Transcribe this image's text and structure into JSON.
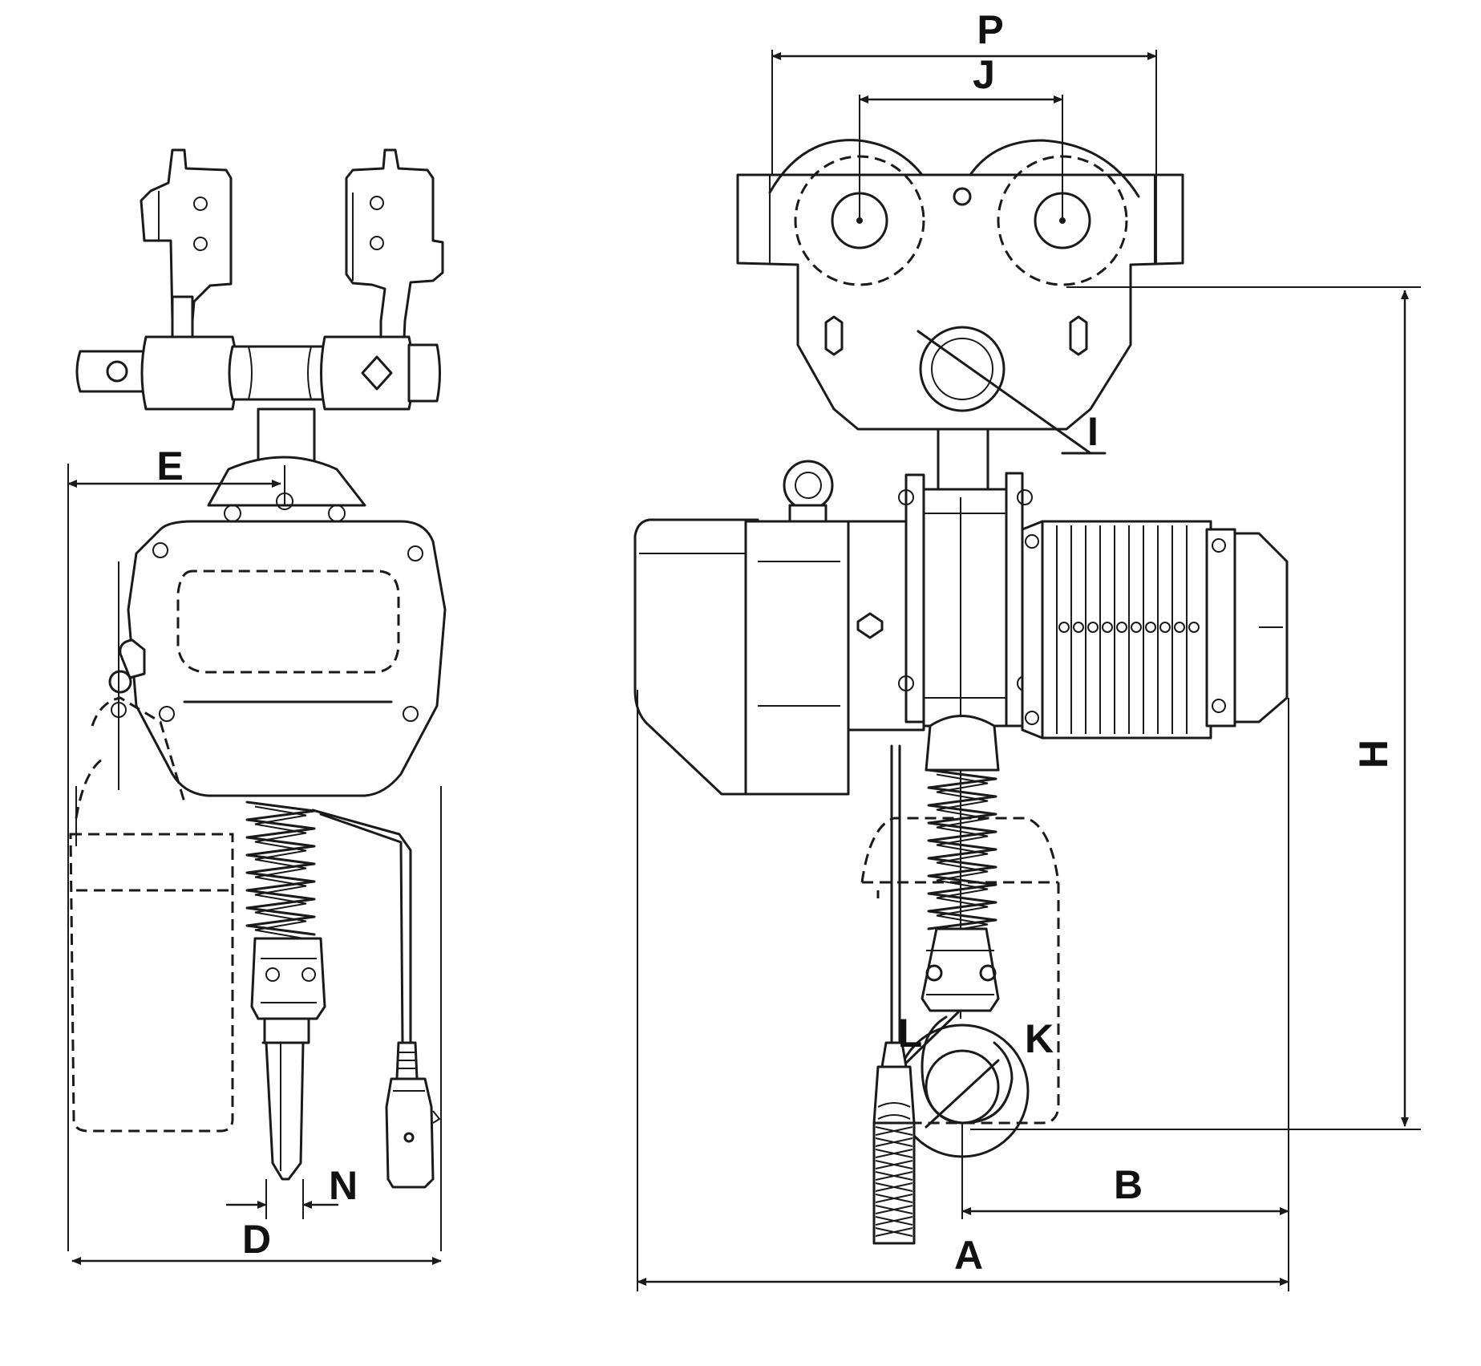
{
  "dimension_labels": {
    "P": "P",
    "J": "J",
    "I": "I",
    "H": "H",
    "E": "E",
    "D": "D",
    "N": "N",
    "A": "A",
    "B": "B",
    "K": "K",
    "L": "L"
  },
  "colors": {
    "line": "#1a1a1a",
    "background": "#ffffff"
  }
}
